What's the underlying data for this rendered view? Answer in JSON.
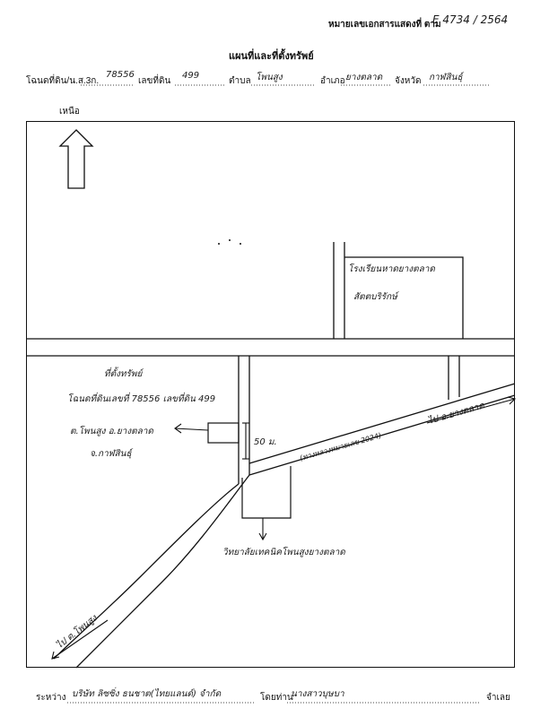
{
  "header": {
    "form_number_label": "หมายเลขเอกสารแสดงที่ ตาม",
    "form_number_value": "E 4734 / 2564",
    "title": "แผนที่และที่ตั้งทรัพย์"
  },
  "location_line": {
    "deed_label": "โฉนดที่ดิน/น.ส.3ก.",
    "deed_value": "78556",
    "land_no_label": "เลขที่ดิน",
    "land_no_value": "499",
    "subdistrict_label": "ตำบล",
    "subdistrict_value": "โพนสูง",
    "district_label": "อำเภอ",
    "district_value": "ยางตลาด",
    "province_label": "จังหวัด",
    "province_value": "กาฬสินธุ์"
  },
  "north_label": "เหนือ",
  "map": {
    "school_label": "โรงเรียนหาดยางตลาด",
    "school_label_2": "สัตตบริรักษ์",
    "property_title": "ที่ตั้งทรัพย์",
    "property_line1": "โฉนดที่ดินเลขที่ 78556 เลขที่ดิน 499",
    "property_line2": "ต.โพนสูง อ.ยางตลาด",
    "property_line3": "จ.กาฬสินธุ์",
    "distance_label": "50 ม.",
    "road_label": "(ทางหลวงหมายเลข 2024)",
    "to_east_label": "ไป อ.ยางตลาด",
    "to_west_label": "ไป ต.โพนสูง",
    "college_label": "วิทยาลัยเทคนิคโพนสูงยางตลาด"
  },
  "footer": {
    "prefix": "ระหว่าง",
    "company": "บริษัท ลิซซิ่ง ธนชาต(ไทยแลนด์) จำกัด",
    "mid": "โดยท่าน",
    "person": "นางสาวบุษบา",
    "suffix": "จำเลย"
  }
}
